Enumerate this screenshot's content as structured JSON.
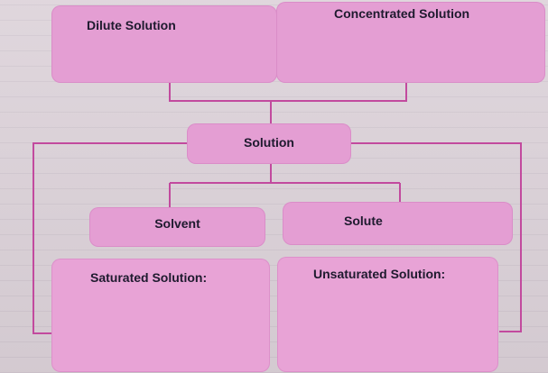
{
  "diagram": {
    "nodes": {
      "dilute": {
        "label": "Dilute Solution"
      },
      "concentrated": {
        "label": "Concentrated Solution"
      },
      "solution": {
        "label": "Solution"
      },
      "solvent": {
        "label": "Solvent"
      },
      "solute": {
        "label": "Solute"
      },
      "saturated": {
        "label": "Saturated Solution:"
      },
      "unsaturated": {
        "label": "Unsaturated Solution:"
      }
    },
    "colors": {
      "box_fill": "#e49ed3",
      "connector": "#c24a9e",
      "text": "#1e1a2e"
    }
  }
}
